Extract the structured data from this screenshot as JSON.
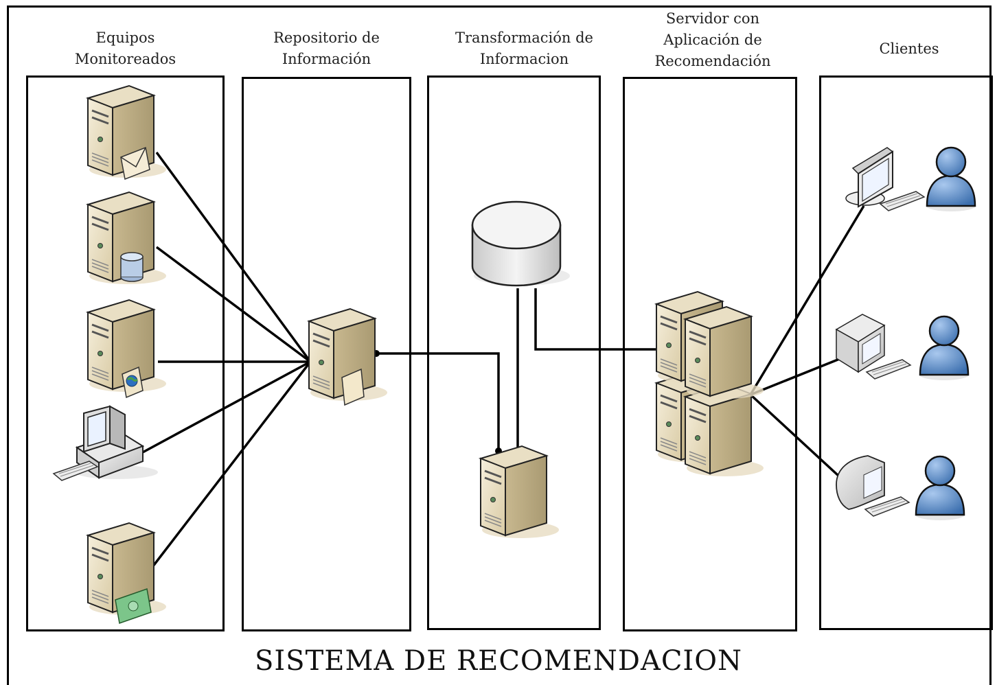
{
  "diagram": {
    "title": "SISTEMA DE RECOMENDACION",
    "columns": [
      {
        "title": "Equipos\nMonitoreados"
      },
      {
        "title": "Repositorio de\nInformación"
      },
      {
        "title": "Transformación de\nInformacion"
      },
      {
        "title": "Servidor con\nAplicación de\nRecomendación"
      },
      {
        "title": "Clientes"
      }
    ],
    "monitored_devices": [
      {
        "icon": "mail-server-icon"
      },
      {
        "icon": "database-server-icon"
      },
      {
        "icon": "web-server-icon"
      },
      {
        "icon": "desktop-pc-icon"
      },
      {
        "icon": "finance-server-icon"
      }
    ],
    "repository": {
      "icon": "file-server-icon"
    },
    "transformation": {
      "icons": [
        "database-cylinder-icon",
        "etl-server-icon"
      ]
    },
    "recommendation_server": {
      "icon": "server-cluster-icon"
    },
    "clients": [
      {
        "computer": "flat-monitor-icon",
        "user": "user-icon"
      },
      {
        "computer": "crt-monitor-icon",
        "user": "user-icon"
      },
      {
        "computer": "imac-monitor-icon",
        "user": "user-icon"
      }
    ],
    "colors": {
      "server_body": "#ece2c8",
      "server_side": "#cbbd98",
      "user_blue": "#5b8ec7",
      "line": "#000000"
    }
  }
}
